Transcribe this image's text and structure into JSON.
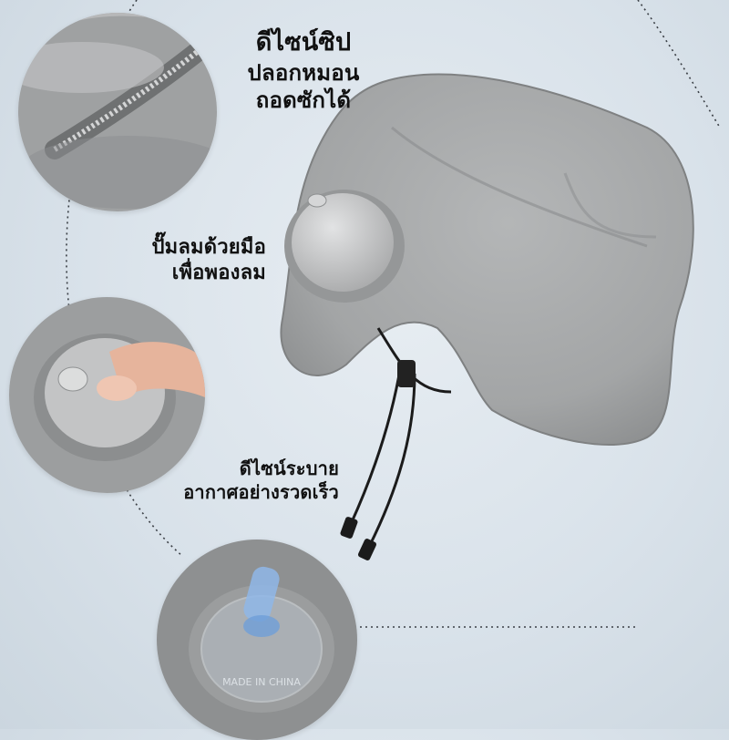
{
  "captions": {
    "zipper": {
      "line1": "ดีไซน์ซิป",
      "line2": "ปลอกหมอน",
      "line3": "ถอดซักได้"
    },
    "pump": {
      "line1": "ปั๊มลมด้วยมือ",
      "line2": "เพื่อพองลม"
    },
    "release": {
      "line1": "ดีไซน์ระบาย",
      "line2": "อากาศอย่างรวดเร็ว"
    }
  },
  "valve_imprint": "MADE IN CHINA",
  "colors": {
    "fabric": "#a9abac",
    "fabric_dark": "#8e9091",
    "pump_dome": "#c9cacb",
    "valve": "#8fb7e8",
    "cord": "#1b1b1b",
    "background": "#dbe3ea"
  }
}
